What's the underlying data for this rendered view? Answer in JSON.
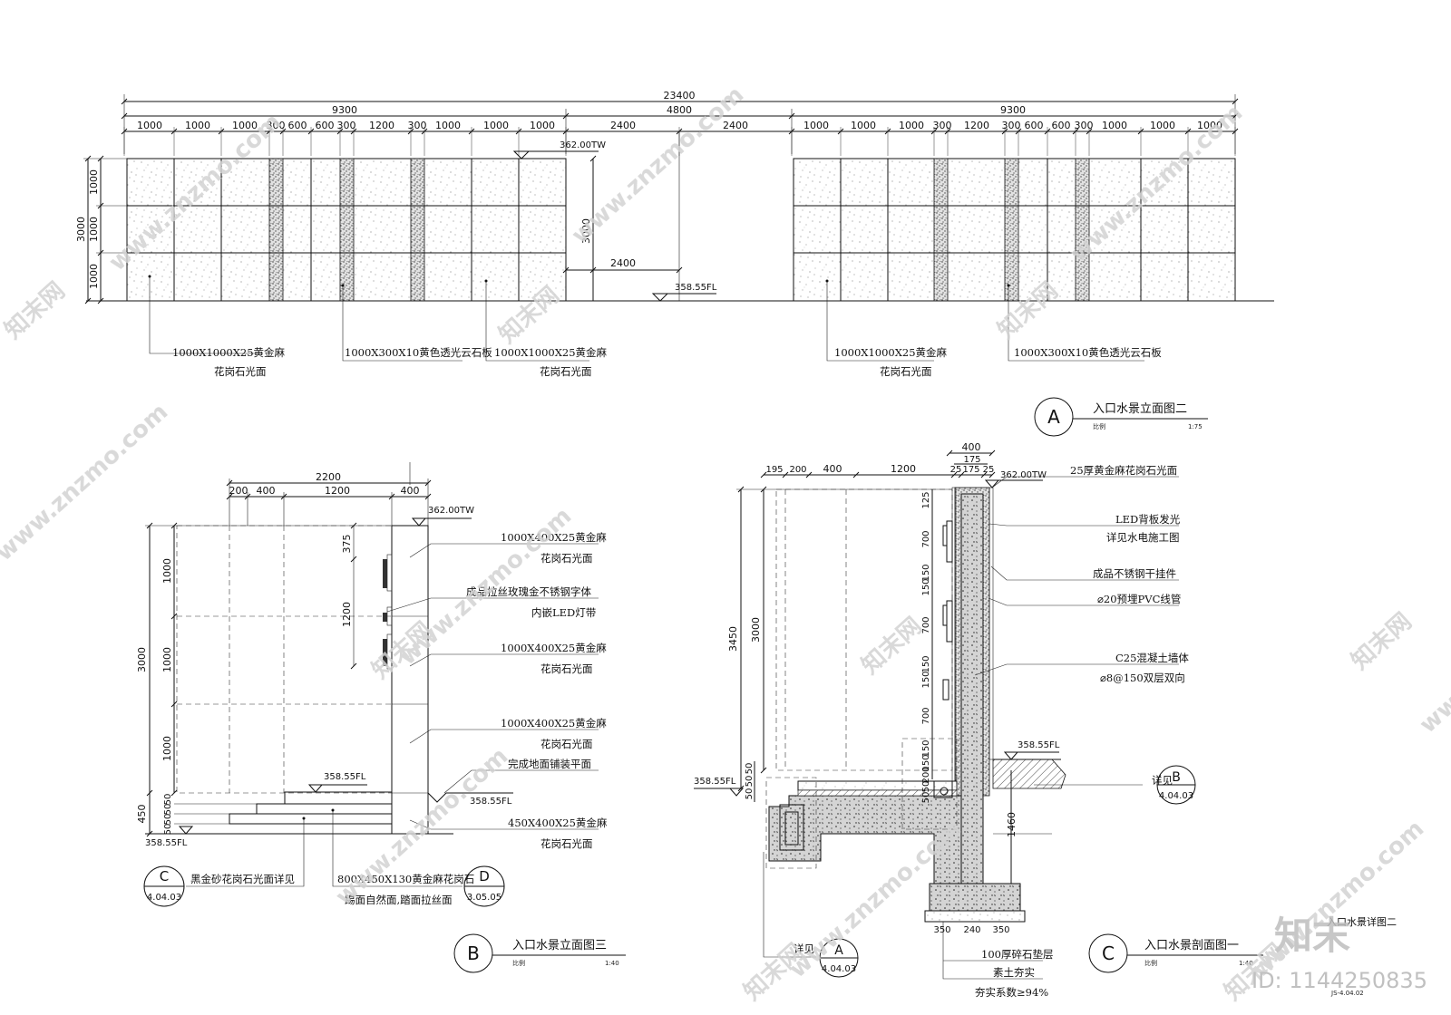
{
  "elevation_two": {
    "dims": {
      "total": "23400",
      "left_group": "9300",
      "middle_group": "4800",
      "right_group": "9300",
      "left_segments": [
        "1000",
        "1000",
        "1000",
        "300",
        "600",
        "600",
        "300",
        "1200",
        "300",
        "1000",
        "1000",
        "1000"
      ],
      "middle_segments": [
        "2400",
        "2400"
      ],
      "right_segments": [
        "1000",
        "1000",
        "1000",
        "300",
        "1200",
        "300",
        "600",
        "600",
        "300",
        "1000",
        "1000",
        "1000"
      ],
      "height_total": "3000",
      "height_rows": [
        "1000",
        "1000",
        "1000"
      ],
      "opening_height": "3000",
      "opening_width": "2400"
    },
    "levels": {
      "top": "362.00TW",
      "floor": "358.55FL"
    },
    "notes": {
      "granite_line1": "1000X1000X25黄金麻",
      "granite_line2": "花岗石光面",
      "onyx_label": "1000X300X10黄色透光云石板"
    },
    "title": {
      "mark": "A",
      "name": "入口水景立面图二",
      "scale_word": "比例",
      "scale": "1:75"
    }
  },
  "elevation_three": {
    "dims": {
      "total_width": "2200",
      "segments": [
        "200",
        "400",
        "1200",
        "400"
      ],
      "height_total": "3000",
      "rows": [
        "1000",
        "1000",
        "1000"
      ],
      "sign_top": "375",
      "sign_height": "1200",
      "base_total": "450",
      "base_rows": [
        "50",
        "50",
        "50",
        "50"
      ]
    },
    "levels": {
      "top": "362.00TW",
      "pad": "358.55FL",
      "ground": "358.55FL",
      "bottom": "358.55FL"
    },
    "notes": [
      {
        "l1": "1000X400X25黄金麻",
        "l2": "花岗石光面"
      },
      {
        "l1": "成品拉丝玫瑰金不锈钢字体",
        "l2": "内嵌LED灯带"
      },
      {
        "l1": "1000X400X25黄金麻",
        "l2": "花岗石光面"
      },
      {
        "l1": "1000X400X25黄金麻",
        "l2": "花岗石光面"
      },
      {
        "l1": "完成地面铺装平面",
        "l2": ""
      },
      {
        "l1": "450X400X25黄金麻",
        "l2": "花岗石光面"
      }
    ],
    "bottom_notes": {
      "black_label": "黑金砂花岗石光面详见",
      "step_line1": "800X450X130黄金麻花岗石",
      "step_line2": "踢面自然面,踏面拉丝面"
    },
    "detail_c": {
      "mark": "C",
      "ref": "4.04.03"
    },
    "detail_d": {
      "mark": "D",
      "ref": "3.05.05"
    },
    "title": {
      "mark": "B",
      "name": "入口水景立面图三",
      "scale_word": "比例",
      "scale": "1:40"
    }
  },
  "section_one": {
    "dims": {
      "top_segments": [
        "195",
        "200",
        "400",
        "1200",
        "25",
        "175",
        "25"
      ],
      "wall_width": "400",
      "wall_inner": "175",
      "height_outer": "3450",
      "height_inner": "3000",
      "vertical_stack": [
        "125",
        "700",
        "150",
        "150",
        "700",
        "150",
        "150",
        "700",
        "150",
        "150"
      ],
      "pool_stack": [
        "50",
        "50",
        "50"
      ],
      "trench_stack": [
        "200",
        "50",
        "50"
      ],
      "foundation_depth": "1460",
      "footing": [
        "350",
        "240",
        "350"
      ]
    },
    "levels": {
      "top": "362.00TW",
      "left": "358.55FL",
      "right": "358.55FL"
    },
    "notes": [
      {
        "l1": "25厚黄金麻花岗石光面",
        "l2": ""
      },
      {
        "l1": "LED背板发光",
        "l2": "详见水电施工图"
      },
      {
        "l1": "成品不锈钢干挂件",
        "l2": ""
      },
      {
        "l1": "⌀20预埋PVC线管",
        "l2": ""
      },
      {
        "l1": "C25混凝土墙体",
        "l2": "⌀8@150双层双向"
      }
    ],
    "see_label": "详见",
    "detail_b": {
      "mark": "B",
      "ref": "4.04.03"
    },
    "detail_a": {
      "mark": "A",
      "ref": "4.04.03"
    },
    "base_notes": [
      "100厚碎石垫层",
      "素土夯实",
      "夯实系数≥94%"
    ],
    "title": {
      "mark": "C",
      "name": "入口水景剖面图一",
      "scale_word": "比例",
      "scale": "1:40"
    },
    "overlap_title": "入口水景详图二",
    "sheet_no": "JS-4.04.02"
  },
  "watermark": {
    "site": "www.znzmo.com",
    "brand": "知末网",
    "logo": "知末",
    "id": "ID: 1144250835"
  }
}
